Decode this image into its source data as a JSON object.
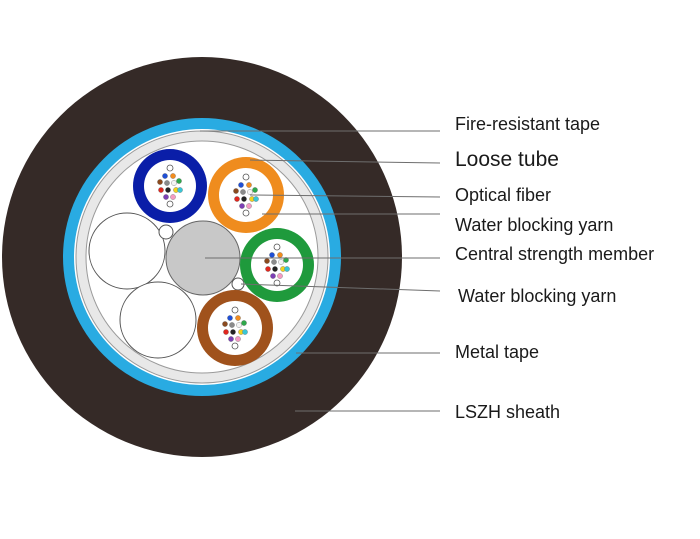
{
  "labels": {
    "fire_resistant_tape": "Fire-resistant tape",
    "loose_tube": "Loose tube",
    "optical_fiber": "Optical fiber",
    "water_blocking_yarn_1": "Water blocking yarn",
    "central_strength_member": "Central strength member",
    "water_blocking_yarn_2": "Water blocking yarn",
    "metal_tape": "Metal tape",
    "lszh_sheath": "LSZH sheath"
  },
  "colors": {
    "sheath": "#352a27",
    "metal_tape": "#29abe2",
    "fire_tape": "#e8e8e8",
    "core_background": "#ffffff",
    "strength_member": "#c8c8c8",
    "tube_blue": "#0a1ea8",
    "tube_orange": "#ef8c1e",
    "tube_green": "#1f9a3c",
    "tube_brown": "#a0521c",
    "filler": "#ffffff"
  },
  "fiber_colors": [
    "#1f4fd6",
    "#f28c1e",
    "#2ea84a",
    "#8b4a1e",
    "#8a8a8a",
    "#f4f4f4",
    "#e0261e",
    "#222222",
    "#f2d21c",
    "#7b3fb5",
    "#f49ac1",
    "#39c6d6"
  ]
}
